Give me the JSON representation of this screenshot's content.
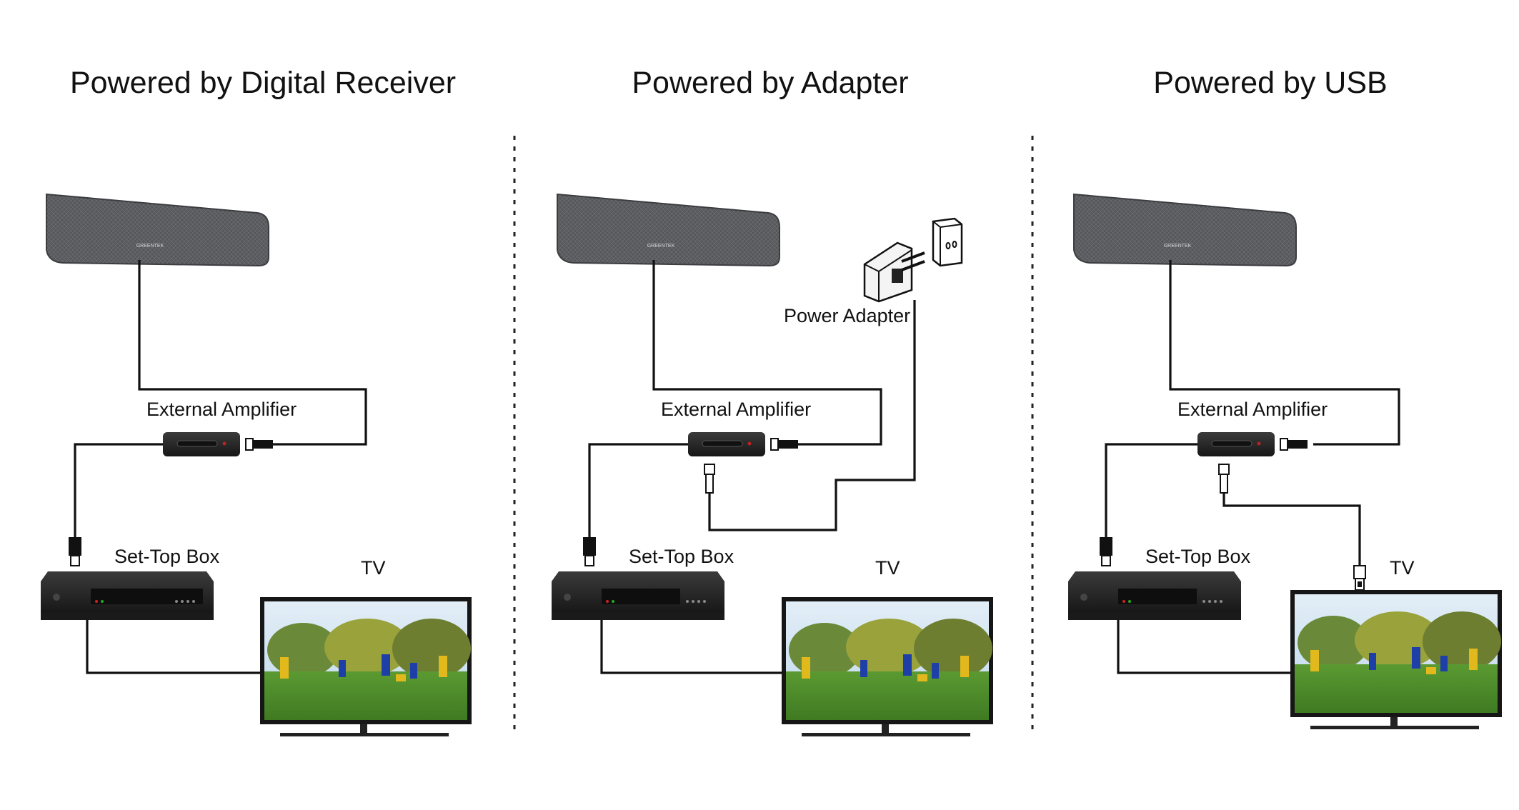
{
  "panels": [
    {
      "title": "Powered by Digital Receiver",
      "amplifier_label": "External Amplifier",
      "settop_label": "Set-Top Box",
      "tv_label": "TV"
    },
    {
      "title": "Powered by Adapter",
      "amplifier_label": "External Amplifier",
      "settop_label": "Set-Top Box",
      "tv_label": "TV",
      "adapter_label": "Power Adapter"
    },
    {
      "title": "Powered by USB",
      "amplifier_label": "External Amplifier",
      "settop_label": "Set-Top Box",
      "tv_label": "TV"
    }
  ],
  "antenna_brand": "GREENTEK",
  "colors": {
    "antenna_fabric": "#55575b",
    "device_body": "#2a2a2a",
    "wire": "#111111",
    "grass": "#4f8a2a",
    "sky": "#cfe3f2"
  }
}
